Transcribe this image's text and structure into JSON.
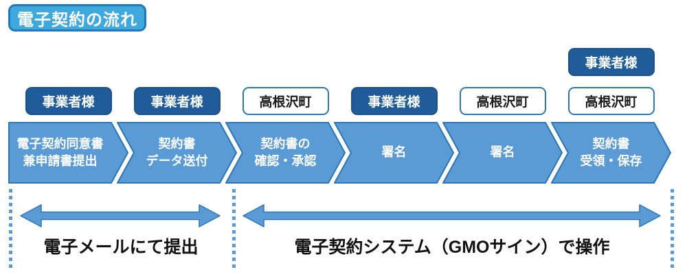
{
  "title": "電子契約の流れ",
  "colors": {
    "title_bg": "#3FA8DC",
    "title_border": "#2278B8",
    "chevron_fill": "#5B9BD5",
    "chevron_stroke": "#2E75B6",
    "badge_dark_bg": "#1F5C99",
    "badge_light_border": "#2E75B6",
    "phase_arrow_fill": "#5B9BD5",
    "dotted_line": "#5B9BD5"
  },
  "steps": [
    {
      "actor": "事業者様",
      "actor_style": "dark",
      "line1": "電子契約同意書",
      "line2": "兼申請書提出"
    },
    {
      "actor": "事業者様",
      "actor_style": "dark",
      "line1": "契約書",
      "line2": "データ送付"
    },
    {
      "actor": "高根沢町",
      "actor_style": "light",
      "line1": "契約書の",
      "line2": "確認・承認"
    },
    {
      "actor": "事業者様",
      "actor_style": "dark",
      "line1": "署名",
      "line2": ""
    },
    {
      "actor": "高根沢町",
      "actor_style": "light",
      "line1": "署名",
      "line2": ""
    },
    {
      "actor": "高根沢町",
      "actor_style": "light",
      "actor_secondary": "事業者様",
      "actor_secondary_style": "dark",
      "line1": "契約書",
      "line2": "受領・保存"
    }
  ],
  "phases": [
    {
      "label": "電子メールにて提出"
    },
    {
      "label": "電子契約システム（GMOサイン）で操作"
    }
  ]
}
